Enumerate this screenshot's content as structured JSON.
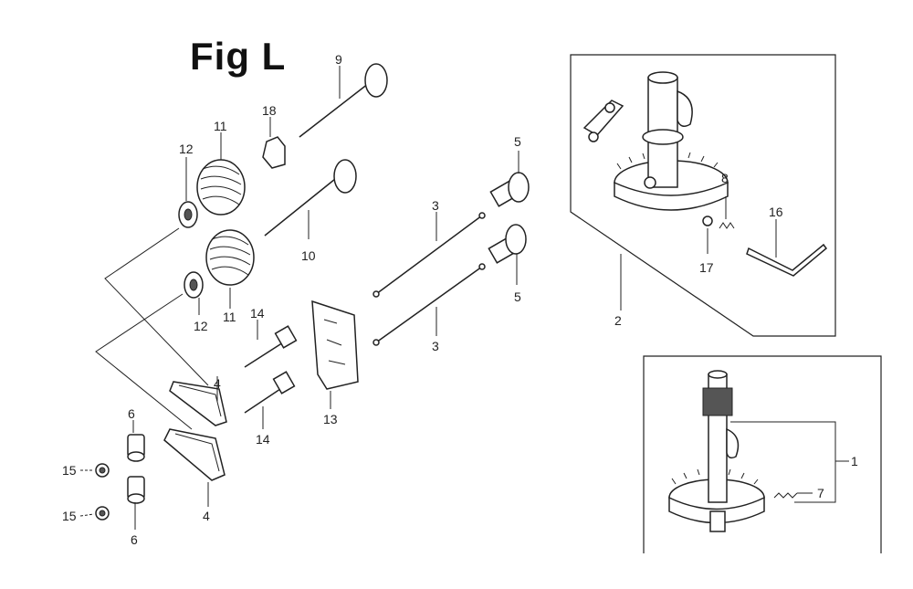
{
  "figure": {
    "title": "Fig L"
  },
  "callouts": {
    "c1": "1",
    "c2": "2",
    "c3a": "3",
    "c3b": "3",
    "c4a": "4",
    "c4b": "4",
    "c5a": "5",
    "c5b": "5",
    "c6a": "6",
    "c6b": "6",
    "c7": "7",
    "c8": "8",
    "c9": "9",
    "c10": "10",
    "c11a": "11",
    "c11b": "11",
    "c12a": "12",
    "c12b": "12",
    "c13": "13",
    "c14a": "14",
    "c14b": "14",
    "c15a": "15",
    "c15b": "15",
    "c16": "16",
    "c17": "17",
    "c18": "18"
  }
}
